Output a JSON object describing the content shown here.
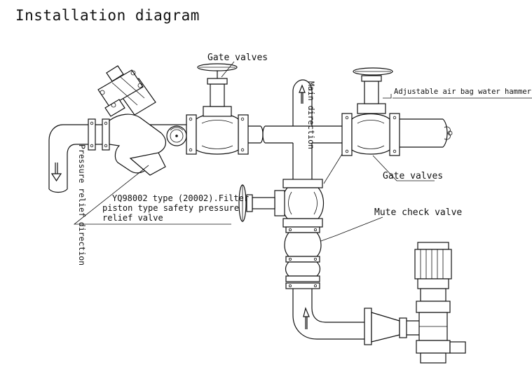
{
  "title": "Installation diagram",
  "labels": {
    "gate_valves_top": "Gate valves",
    "water_hammer_absorber": "Adjustable air bag water hammer absorber",
    "main_direction": "Main direction",
    "pressure_relief_direction": "Pressure relief direction",
    "gate_valves_middle": "Gate valves",
    "relief_valve_line1": "YQ98002 type (20002).Filter",
    "relief_valve_line2": "piston type safety pressure",
    "relief_valve_line3": "relief valve",
    "mute_check_valve": "Mute check valve"
  },
  "icons": [
    "arrow-down-icon",
    "arrow-up-icon",
    "valve-handwheel-icon",
    "pump-motor-icon",
    "pressure-gauge-icon"
  ]
}
